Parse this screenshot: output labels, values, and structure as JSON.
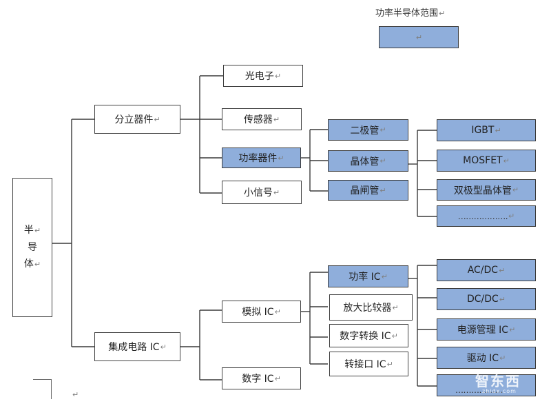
{
  "legend": {
    "title": "功率半导体范围",
    "mark": "↵"
  },
  "nodes": {
    "root": {
      "chars": [
        "半",
        "导",
        "体"
      ]
    },
    "discrete": "分立器件",
    "ic": "集成电路 IC",
    "optoelectronic": "光电子",
    "sensor": "传感器",
    "power_device": "功率器件",
    "small_signal": "小信号",
    "diode": "二极管",
    "transistor": "晶体管",
    "thyristor": "晶闸管",
    "igbt": "IGBT",
    "mosfet": "MOSFET",
    "bjt": "双极型晶体管",
    "transistor_more": "……………….",
    "analog_ic": "模拟 IC",
    "digital_ic": "数字 IC",
    "power_ic": "功率 IC",
    "amplifier": "放大比较器",
    "digital_convert": "数字转换 IC",
    "interface_ic": "转接口 IC",
    "acdc": "AC/DC",
    "dcdc": "DC/DC",
    "power_mgmt": "电源管理 IC",
    "driver_ic": "驱动 IC",
    "power_ic_more": "………………"
  },
  "colors": {
    "highlight": "#8faedb",
    "border": "#3f3f3f",
    "line": "#3a3a3a"
  },
  "watermark": {
    "text": "智东西",
    "sub": "zhidx.com"
  }
}
